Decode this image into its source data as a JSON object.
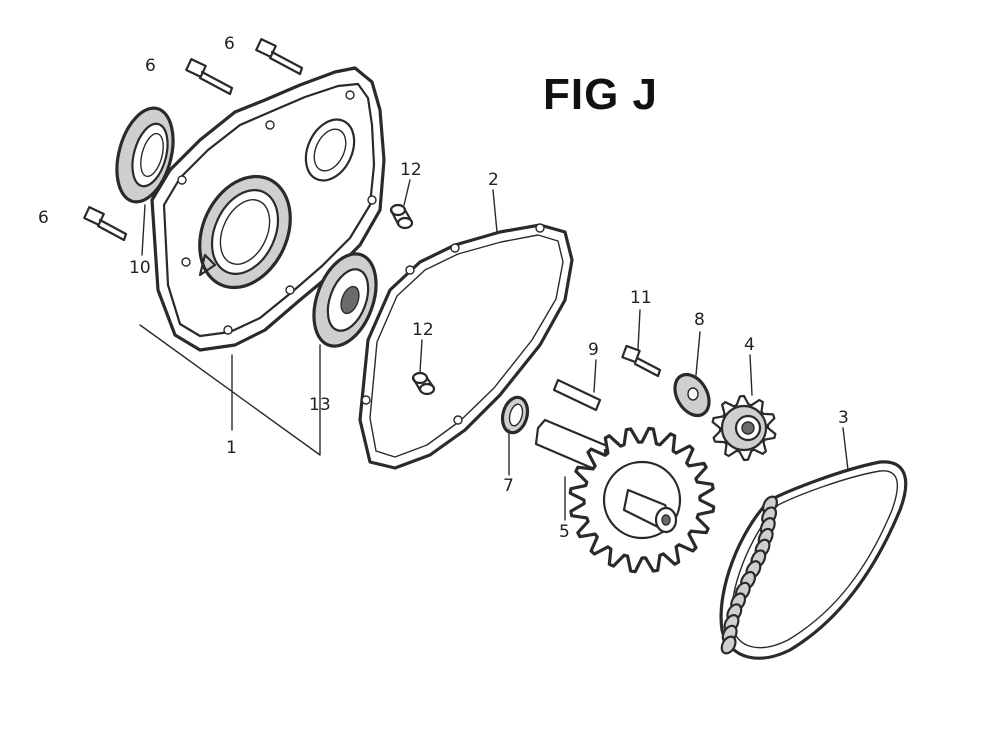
{
  "figure": {
    "title": "FIG J"
  },
  "callouts": {
    "c1": "1",
    "c2": "2",
    "c3": "3",
    "c4": "4",
    "c5": "5",
    "c6a": "6",
    "c6b": "6",
    "c6c": "6",
    "c7": "7",
    "c8": "8",
    "c9": "9",
    "c10": "10",
    "c11": "11",
    "c12a": "12",
    "c12b": "12",
    "c13": "13"
  }
}
